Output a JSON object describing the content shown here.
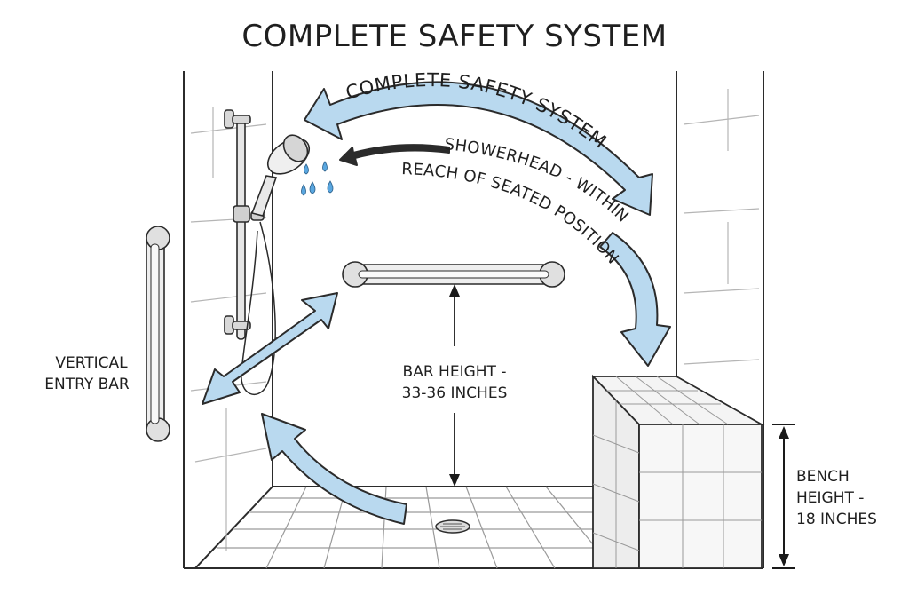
{
  "title": "COMPLETE SAFETY SYSTEM",
  "labels": {
    "arc_label": "COMPLETE SAFETY SYSTEM",
    "showerhead_line1": "SHOWERHEAD - WITHIN",
    "showerhead_line2": "REACH OF SEATED POSITION",
    "vertical_bar_line1": "VERTICAL",
    "vertical_bar_line2": "ENTRY BAR",
    "bar_height_line1": "BAR HEIGHT -",
    "bar_height_line2": "33-36 INCHES",
    "bench_line1": "BENCH",
    "bench_line2": "HEIGHT -",
    "bench_line3": "18 INCHES"
  },
  "colors": {
    "arrow_fill": "#b9d9ef",
    "outline": "#2b2b2b",
    "tile_line": "#9a9a9a",
    "water": "#5aa7e0"
  }
}
